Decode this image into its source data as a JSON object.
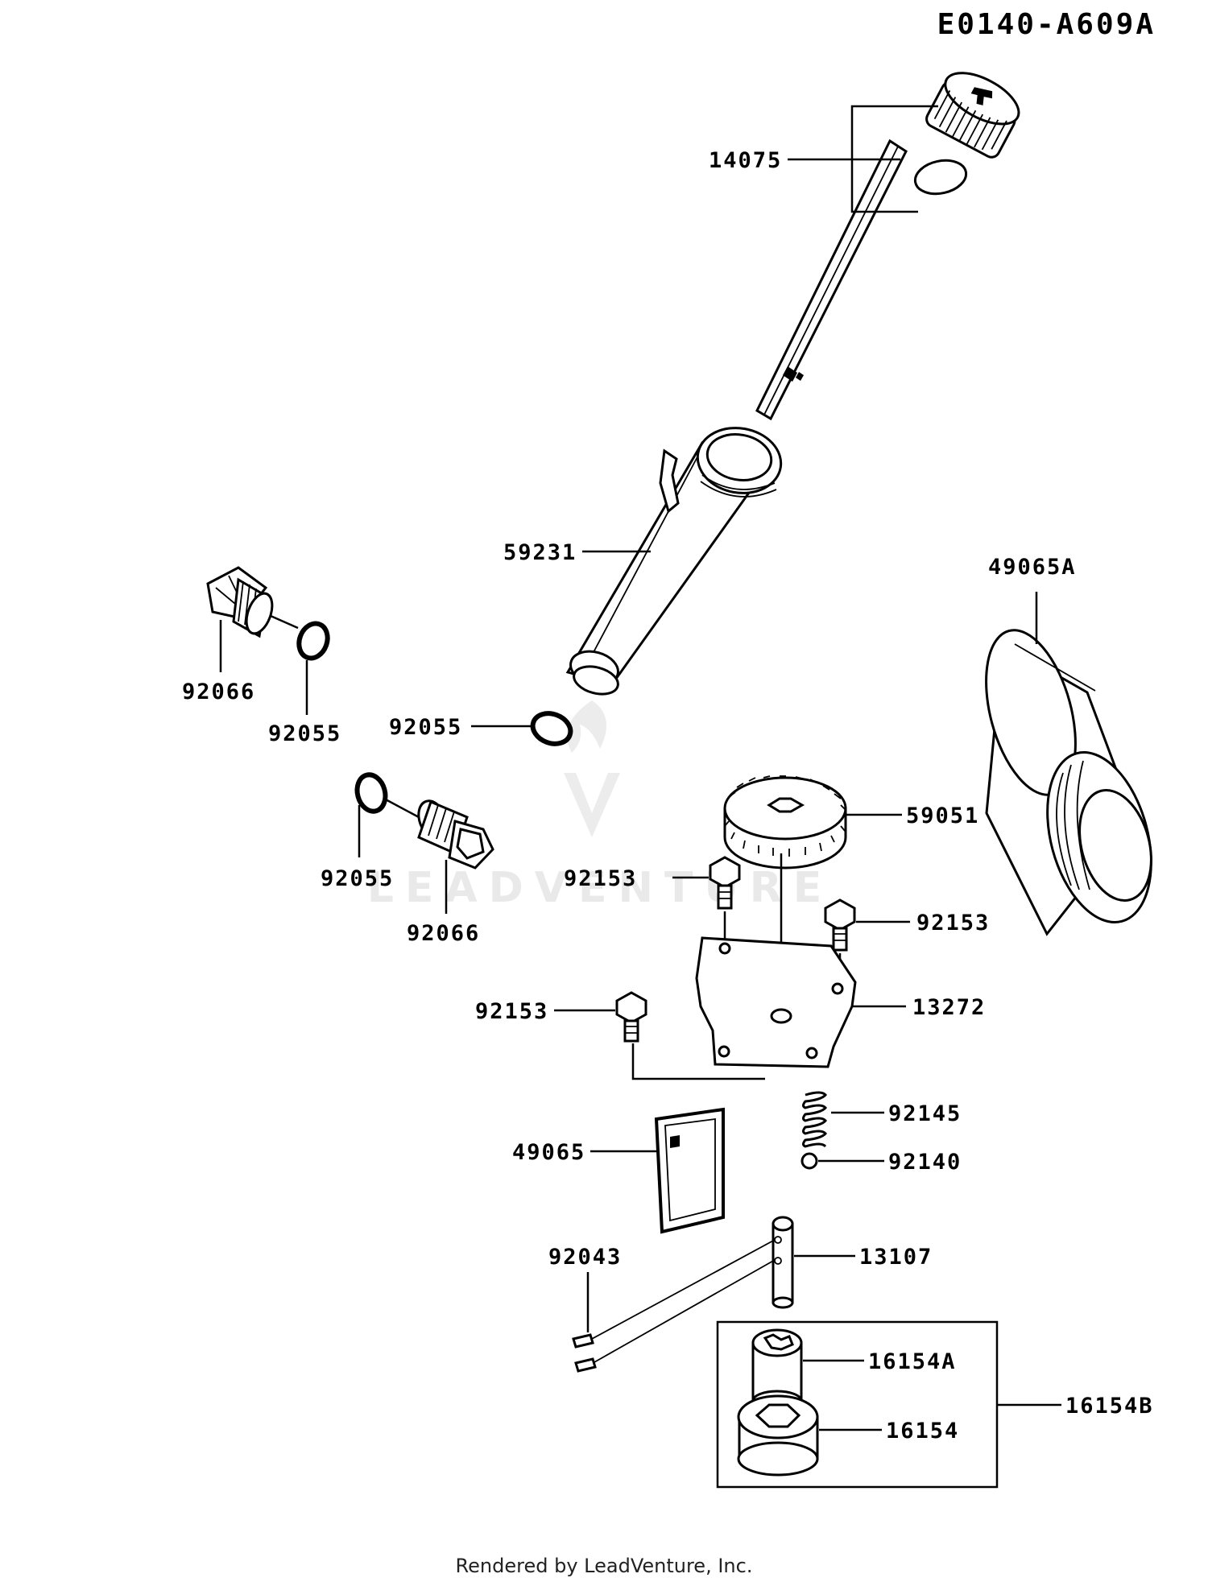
{
  "diagram": {
    "code": "E0140-A609A",
    "footer": "Rendered by LeadVenture, Inc.",
    "watermark": "LEADVENTURE",
    "callouts": [
      {
        "id": "p14075",
        "label": "14075"
      },
      {
        "id": "p59231",
        "label": "59231"
      },
      {
        "id": "p49065a",
        "label": "49065A"
      },
      {
        "id": "p92066a",
        "label": "92066"
      },
      {
        "id": "p92055a",
        "label": "92055"
      },
      {
        "id": "p92055b",
        "label": "92055"
      },
      {
        "id": "p92055c",
        "label": "92055"
      },
      {
        "id": "p92066b",
        "label": "92066"
      },
      {
        "id": "p59051",
        "label": "59051"
      },
      {
        "id": "p92153a",
        "label": "92153"
      },
      {
        "id": "p92153b",
        "label": "92153"
      },
      {
        "id": "p92153c",
        "label": "92153"
      },
      {
        "id": "p13272",
        "label": "13272"
      },
      {
        "id": "p92145",
        "label": "92145"
      },
      {
        "id": "p49065",
        "label": "49065"
      },
      {
        "id": "p92140",
        "label": "92140"
      },
      {
        "id": "p92043",
        "label": "92043"
      },
      {
        "id": "p13107",
        "label": "13107"
      },
      {
        "id": "p16154a",
        "label": "16154A"
      },
      {
        "id": "p16154b",
        "label": "16154B"
      },
      {
        "id": "p16154",
        "label": "16154"
      }
    ]
  }
}
